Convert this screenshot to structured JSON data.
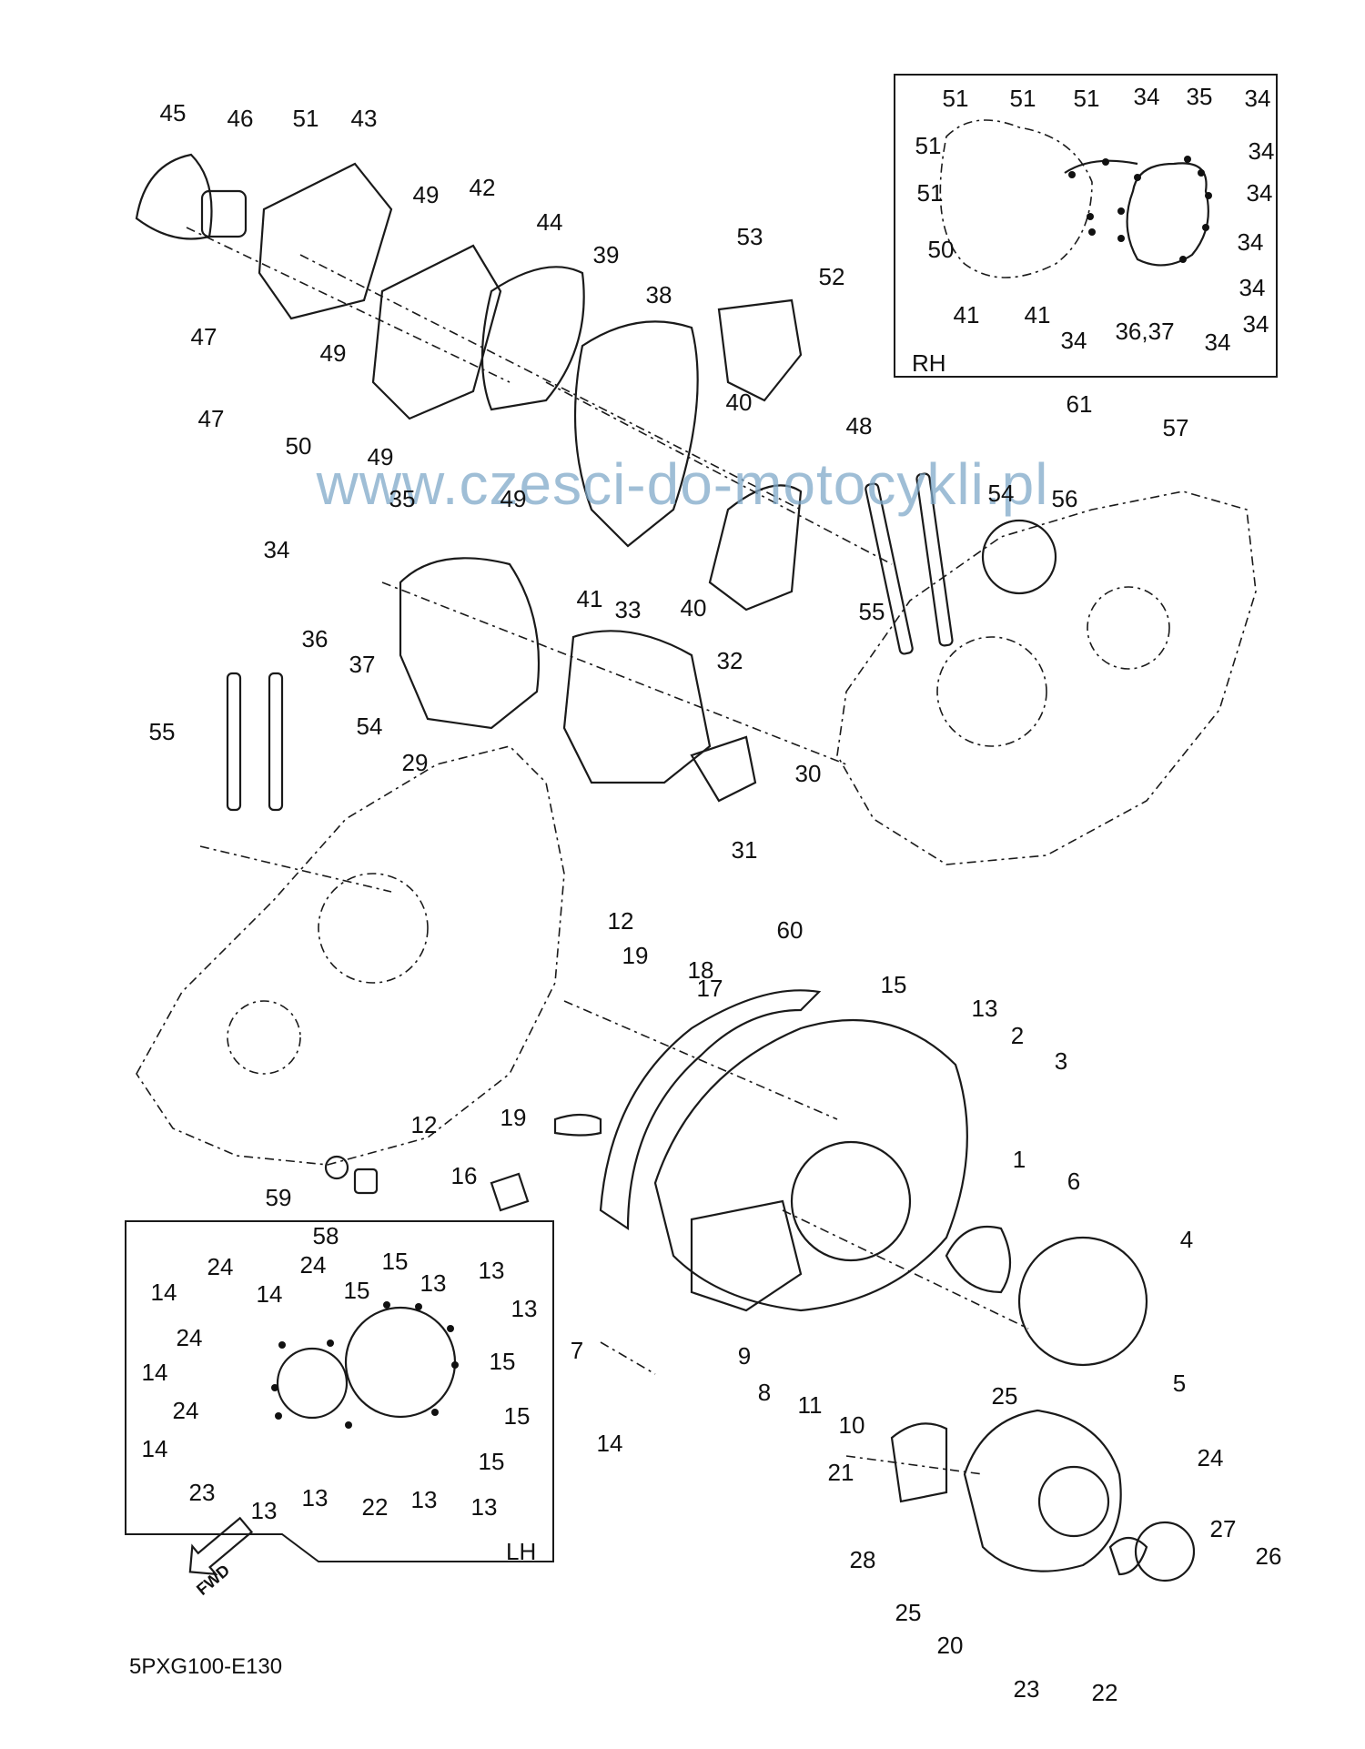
{
  "diagram": {
    "watermark": "www.czesci-do-motocykli.pl",
    "reference_code": "5PXG100-E130",
    "fwd_label": "FWD",
    "rh_box_label": "RH",
    "lh_box_label": "LH",
    "part_labels": [
      {
        "id": "45",
        "text": "45"
      },
      {
        "id": "46",
        "text": "46"
      },
      {
        "id": "51a",
        "text": "51"
      },
      {
        "id": "43",
        "text": "43"
      },
      {
        "id": "49a",
        "text": "49"
      },
      {
        "id": "42",
        "text": "42"
      },
      {
        "id": "44",
        "text": "44"
      },
      {
        "id": "39",
        "text": "39"
      },
      {
        "id": "38",
        "text": "38"
      },
      {
        "id": "53",
        "text": "53"
      },
      {
        "id": "52",
        "text": "52"
      },
      {
        "id": "47a",
        "text": "47"
      },
      {
        "id": "49b",
        "text": "49"
      },
      {
        "id": "47b",
        "text": "47"
      },
      {
        "id": "50",
        "text": "50"
      },
      {
        "id": "49c",
        "text": "49"
      },
      {
        "id": "49d",
        "text": "49"
      },
      {
        "id": "40a",
        "text": "40"
      },
      {
        "id": "48",
        "text": "48"
      },
      {
        "id": "61",
        "text": "61"
      },
      {
        "id": "57",
        "text": "57"
      },
      {
        "id": "54a",
        "text": "54"
      },
      {
        "id": "56",
        "text": "56"
      },
      {
        "id": "35",
        "text": "35"
      },
      {
        "id": "34",
        "text": "34"
      },
      {
        "id": "41",
        "text": "41"
      },
      {
        "id": "33",
        "text": "33"
      },
      {
        "id": "40b",
        "text": "40"
      },
      {
        "id": "55a",
        "text": "55"
      },
      {
        "id": "36",
        "text": "36"
      },
      {
        "id": "37",
        "text": "37"
      },
      {
        "id": "32",
        "text": "32"
      },
      {
        "id": "55b",
        "text": "55"
      },
      {
        "id": "54b",
        "text": "54"
      },
      {
        "id": "29",
        "text": "29"
      },
      {
        "id": "30",
        "text": "30"
      },
      {
        "id": "31",
        "text": "31"
      },
      {
        "id": "12a",
        "text": "12"
      },
      {
        "id": "19a",
        "text": "19"
      },
      {
        "id": "18",
        "text": "18"
      },
      {
        "id": "60",
        "text": "60"
      },
      {
        "id": "15a",
        "text": "15"
      },
      {
        "id": "17",
        "text": "17"
      },
      {
        "id": "13a",
        "text": "13"
      },
      {
        "id": "2",
        "text": "2"
      },
      {
        "id": "3",
        "text": "3"
      },
      {
        "id": "12b",
        "text": "12"
      },
      {
        "id": "19b",
        "text": "19"
      },
      {
        "id": "16",
        "text": "16"
      },
      {
        "id": "1",
        "text": "1"
      },
      {
        "id": "59",
        "text": "59"
      },
      {
        "id": "58",
        "text": "58"
      },
      {
        "id": "6",
        "text": "6"
      },
      {
        "id": "4",
        "text": "4"
      },
      {
        "id": "7",
        "text": "7"
      },
      {
        "id": "9",
        "text": "9"
      },
      {
        "id": "8",
        "text": "8"
      },
      {
        "id": "11",
        "text": "11"
      },
      {
        "id": "10",
        "text": "10"
      },
      {
        "id": "5",
        "text": "5"
      },
      {
        "id": "14a",
        "text": "14"
      },
      {
        "id": "25a",
        "text": "25"
      },
      {
        "id": "21",
        "text": "21"
      },
      {
        "id": "24a",
        "text": "24"
      },
      {
        "id": "27",
        "text": "27"
      },
      {
        "id": "28",
        "text": "28"
      },
      {
        "id": "26",
        "text": "26"
      },
      {
        "id": "25b",
        "text": "25"
      },
      {
        "id": "20",
        "text": "20"
      },
      {
        "id": "23a",
        "text": "23"
      },
      {
        "id": "22a",
        "text": "22"
      }
    ],
    "rh_labels": [
      {
        "id": "r51a",
        "text": "51"
      },
      {
        "id": "r51b",
        "text": "51"
      },
      {
        "id": "r51c",
        "text": "51"
      },
      {
        "id": "r34a",
        "text": "34"
      },
      {
        "id": "r35",
        "text": "35"
      },
      {
        "id": "r34b",
        "text": "34"
      },
      {
        "id": "r51d",
        "text": "51"
      },
      {
        "id": "r34c",
        "text": "34"
      },
      {
        "id": "r51e",
        "text": "51"
      },
      {
        "id": "r34d",
        "text": "34"
      },
      {
        "id": "r50",
        "text": "50"
      },
      {
        "id": "r34e",
        "text": "34"
      },
      {
        "id": "r41a",
        "text": "41"
      },
      {
        "id": "r41b",
        "text": "41"
      },
      {
        "id": "r34f",
        "text": "34"
      },
      {
        "id": "r36",
        "text": "36,37"
      },
      {
        "id": "r34g",
        "text": "34"
      },
      {
        "id": "r34h",
        "text": "34"
      },
      {
        "id": "r34i",
        "text": "34"
      }
    ],
    "lh_labels": [
      {
        "id": "l24a",
        "text": "24"
      },
      {
        "id": "l15a",
        "text": "15"
      },
      {
        "id": "l13a",
        "text": "13"
      },
      {
        "id": "l14a",
        "text": "14"
      },
      {
        "id": "l24b",
        "text": "24"
      },
      {
        "id": "l14b",
        "text": "14"
      },
      {
        "id": "l15b",
        "text": "15"
      },
      {
        "id": "l13b",
        "text": "13"
      },
      {
        "id": "l13c",
        "text": "13"
      },
      {
        "id": "l24c",
        "text": "24"
      },
      {
        "id": "l15c",
        "text": "15"
      },
      {
        "id": "l14c",
        "text": "14"
      },
      {
        "id": "l24d",
        "text": "24"
      },
      {
        "id": "l15d",
        "text": "15"
      },
      {
        "id": "l14d",
        "text": "14"
      },
      {
        "id": "l15e",
        "text": "15"
      },
      {
        "id": "l23",
        "text": "23"
      },
      {
        "id": "l13d",
        "text": "13"
      },
      {
        "id": "l13e",
        "text": "13"
      },
      {
        "id": "l22",
        "text": "22"
      },
      {
        "id": "l13f",
        "text": "13"
      },
      {
        "id": "l13g",
        "text": "13"
      }
    ]
  }
}
